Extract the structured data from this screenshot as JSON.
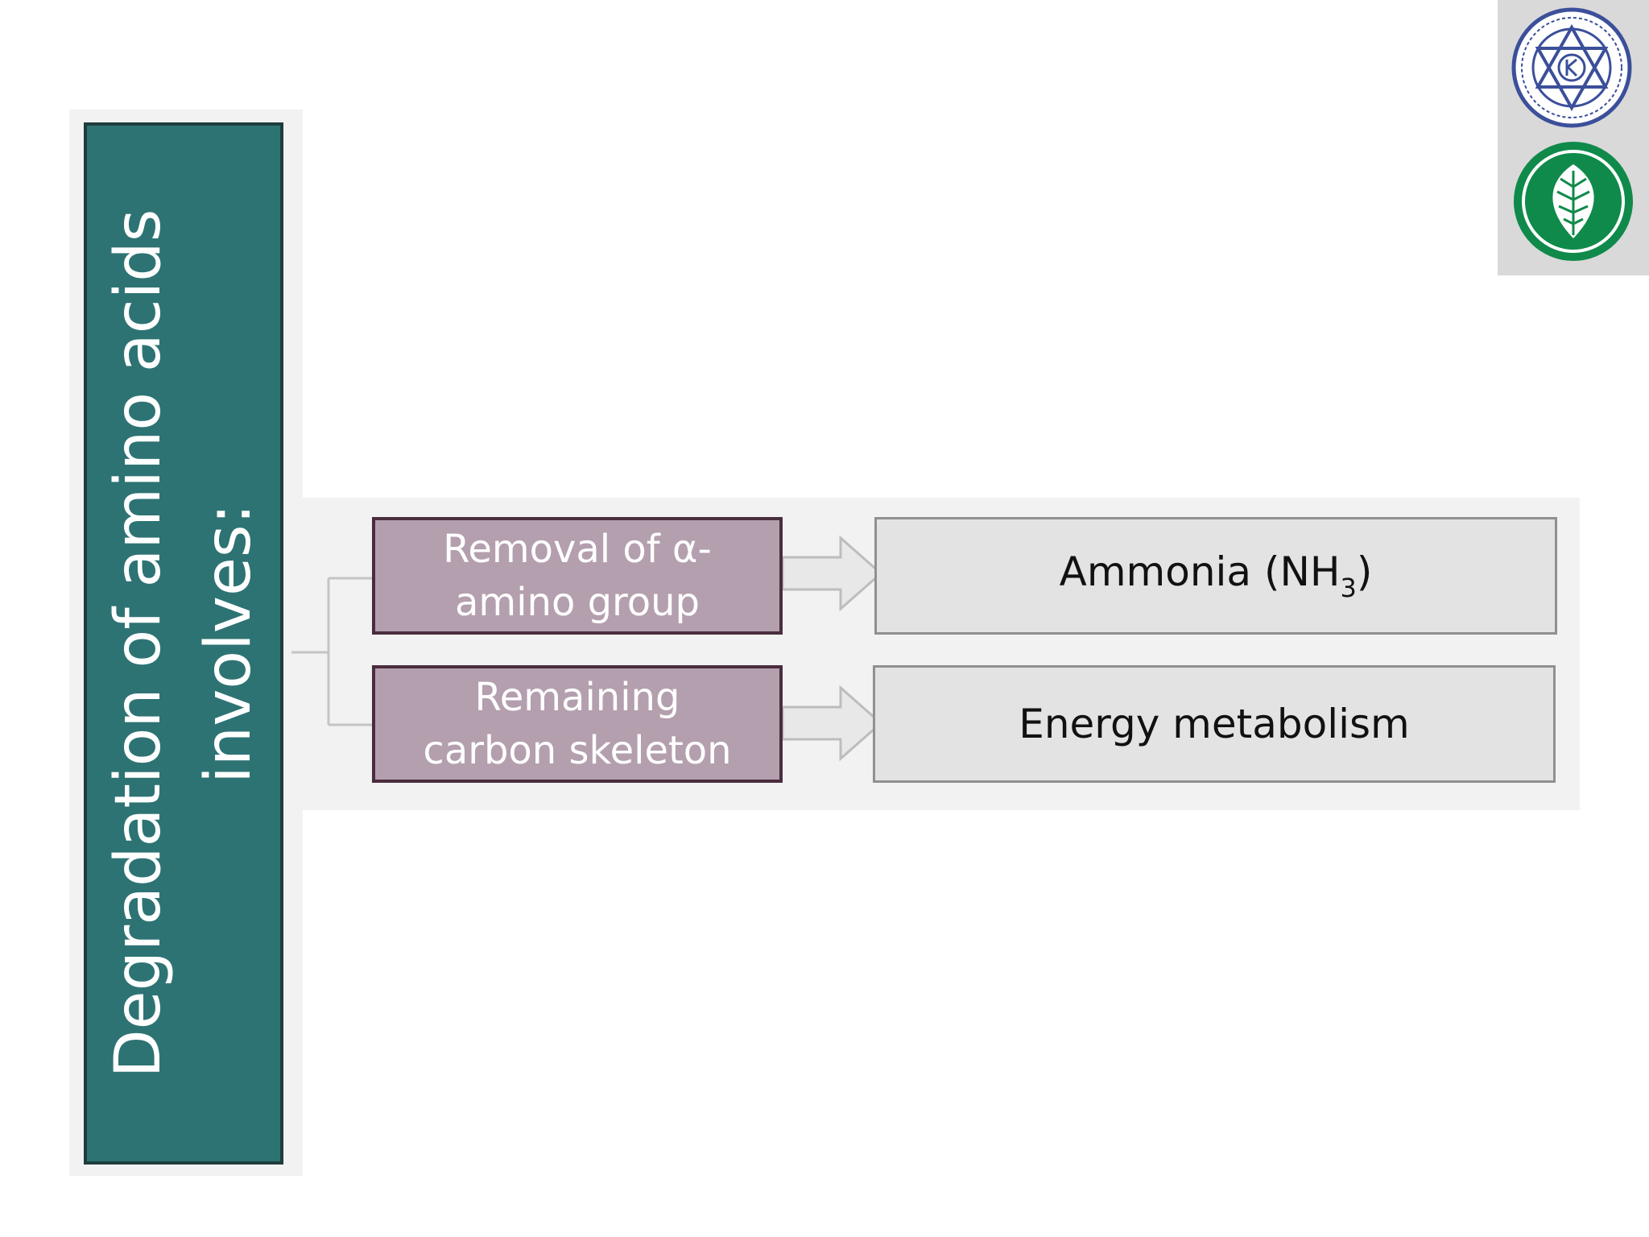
{
  "title": "Degradation of amino acids\ninvolves:",
  "steps": [
    {
      "label": "Removal of α-\namino group"
    },
    {
      "label": "Remaining\ncarbon skeleton"
    }
  ],
  "results": [
    {
      "prefix": "Ammonia (NH",
      "subscript": "3",
      "suffix": ")"
    },
    {
      "label": "Energy metabolism"
    }
  ],
  "logos": [
    {
      "icon": "university-seal-icon"
    },
    {
      "icon": "green-leaf-emblem-icon"
    }
  ],
  "colors": {
    "title_fill": "#2e7374",
    "step_fill": "#b49fae",
    "result_fill": "#e3e3e3",
    "leaf_green": "#0f8a4a",
    "seal_blue": "#3b4f9a"
  }
}
